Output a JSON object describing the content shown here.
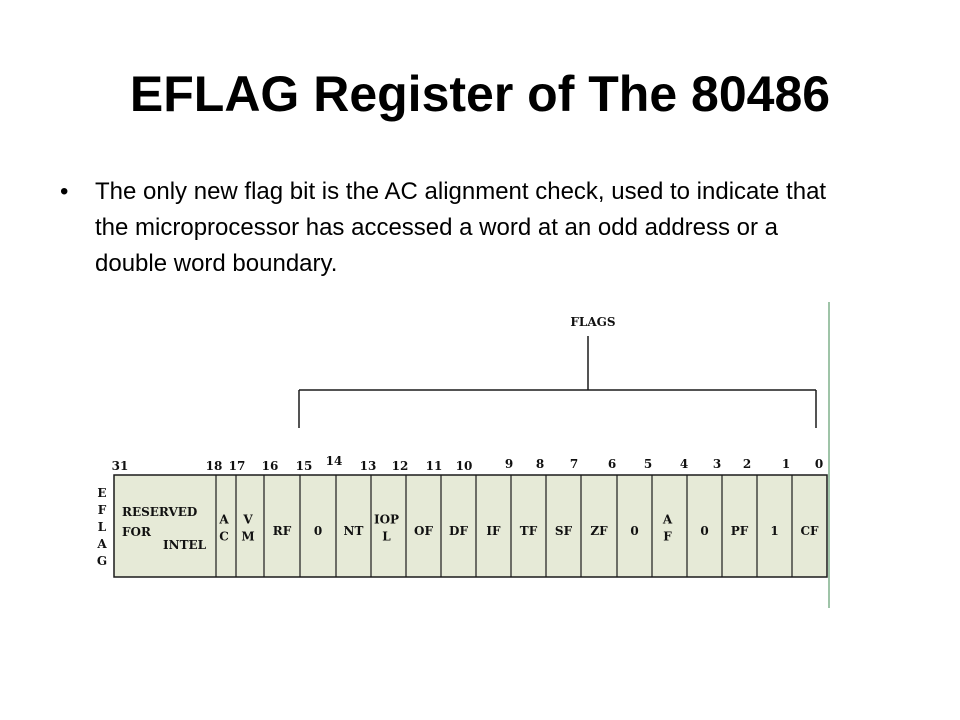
{
  "slide": {
    "title": "EFLAG Register of The 80486",
    "bullet": "The only new flag bit is the AC alignment check, used to indicate that the microprocessor has accessed a word at an odd address or a double word boundary."
  },
  "diagram": {
    "brace_label": "FLAGS",
    "register_label": [
      "E",
      "F",
      "L",
      "A",
      "G"
    ],
    "bit_numbers": [
      "31",
      "18",
      "17",
      "16",
      "15",
      "14",
      "13",
      "12",
      "11",
      "10",
      "9",
      "8",
      "7",
      "6",
      "5",
      "4",
      "3",
      "2",
      "1",
      "0"
    ],
    "cells": [
      {
        "lines": [
          "RESERVED",
          "FOR",
          "INTEL"
        ]
      },
      {
        "lines": [
          "A",
          "C"
        ]
      },
      {
        "lines": [
          "V",
          "M"
        ]
      },
      {
        "lines": [
          "RF"
        ]
      },
      {
        "lines": [
          "0"
        ]
      },
      {
        "lines": [
          "NT"
        ]
      },
      {
        "lines": [
          "IOP",
          "L"
        ]
      },
      {
        "lines": [
          "OF"
        ]
      },
      {
        "lines": [
          "DF"
        ]
      },
      {
        "lines": [
          "IF"
        ]
      },
      {
        "lines": [
          "TF"
        ]
      },
      {
        "lines": [
          "SF"
        ]
      },
      {
        "lines": [
          "ZF"
        ]
      },
      {
        "lines": [
          "0"
        ]
      },
      {
        "lines": [
          "A",
          "F"
        ]
      },
      {
        "lines": [
          "0"
        ]
      },
      {
        "lines": [
          "PF"
        ]
      },
      {
        "lines": [
          "1"
        ]
      },
      {
        "lines": [
          "CF"
        ]
      }
    ],
    "colors": {
      "cell_fill": "#e6ead7",
      "line": "#1a1a1a",
      "edge": "#9fc4a8"
    }
  }
}
